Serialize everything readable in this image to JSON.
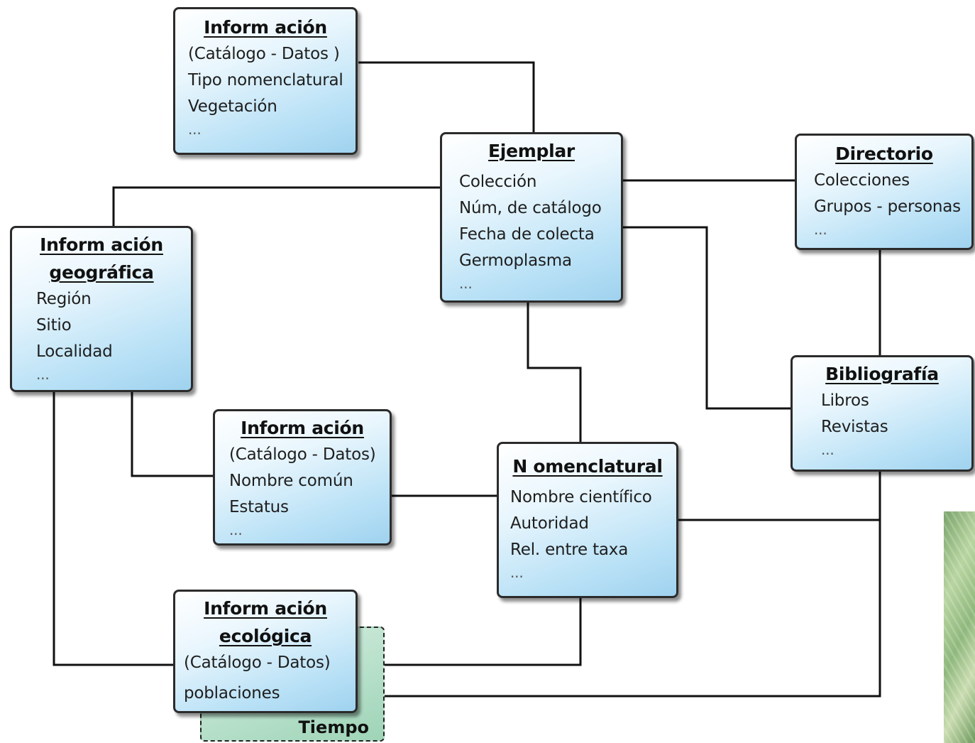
{
  "diagram": {
    "boxes": {
      "info_catalogo_1": {
        "title": "Inform ación",
        "lines": [
          "(Catálogo - Datos )",
          "Tipo nomenclatural",
          "Vegetación",
          "..."
        ]
      },
      "ejemplar": {
        "title": "Ejemplar",
        "lines": [
          "Colección",
          "Núm, de catálogo",
          "Fecha de colecta",
          "Germoplasma",
          "..."
        ]
      },
      "directorio": {
        "title": "Directorio",
        "lines": [
          "Colecciones",
          "Grupos - personas",
          "..."
        ]
      },
      "info_geografica": {
        "title_line1": "Inform ación",
        "title_line2": "geográfica",
        "lines": [
          "Región",
          "Sitio",
          "Localidad",
          "..."
        ]
      },
      "info_catalogo_2": {
        "title": "Inform ación",
        "lines": [
          "(Catálogo - Datos)",
          "Nombre común",
          "Estatus",
          "..."
        ]
      },
      "nomenclatural": {
        "title": "N omenclatural",
        "lines": [
          "Nombre científico",
          "Autoridad",
          "Rel. entre taxa",
          "..."
        ]
      },
      "bibliografia": {
        "title": "Bibliografía",
        "lines": [
          "Libros",
          "Revistas",
          "..."
        ]
      },
      "info_ecologica": {
        "title_line1": "Inform ación",
        "title_line2": "ecológica",
        "lines": [
          "(Catálogo - Datos)",
          "poblaciones"
        ]
      }
    },
    "tiempo_label": "Tiempo"
  }
}
